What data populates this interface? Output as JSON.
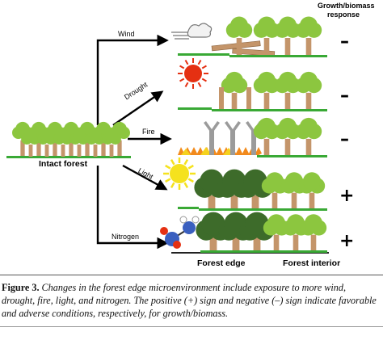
{
  "header": {
    "response_label_line1": "Growth/biomass",
    "response_label_line2": "response"
  },
  "left": {
    "intact_forest": "Intact forest"
  },
  "factors": [
    {
      "label": "Wind",
      "sign": "–"
    },
    {
      "label": "Drought",
      "sign": "–"
    },
    {
      "label": "Fire",
      "sign": "–"
    },
    {
      "label": "Light",
      "sign": "+"
    },
    {
      "label": "Nitrogen",
      "sign": "+"
    }
  ],
  "bottom": {
    "forest_edge": "Forest edge",
    "forest_interior": "Forest interior"
  },
  "caption": {
    "fig_label": "Figure 3.",
    "text": " Changes in the forest edge microenvironment include exposure to more wind, drought, fire, light, and nitrogen. The positive (+) sign and negative (–) sign indicate favorable and adverse conditions, respectively, for growth/biomass."
  },
  "colors": {
    "light_green": "#8cc63f",
    "dark_green": "#3d6b2a",
    "trunk": "#c4956a",
    "sun_red": "#e53012",
    "sun_yellow": "#f5e21e",
    "fire": "#f28a1c",
    "dead_tree": "#9b9b9b",
    "grass": "#39a935"
  }
}
